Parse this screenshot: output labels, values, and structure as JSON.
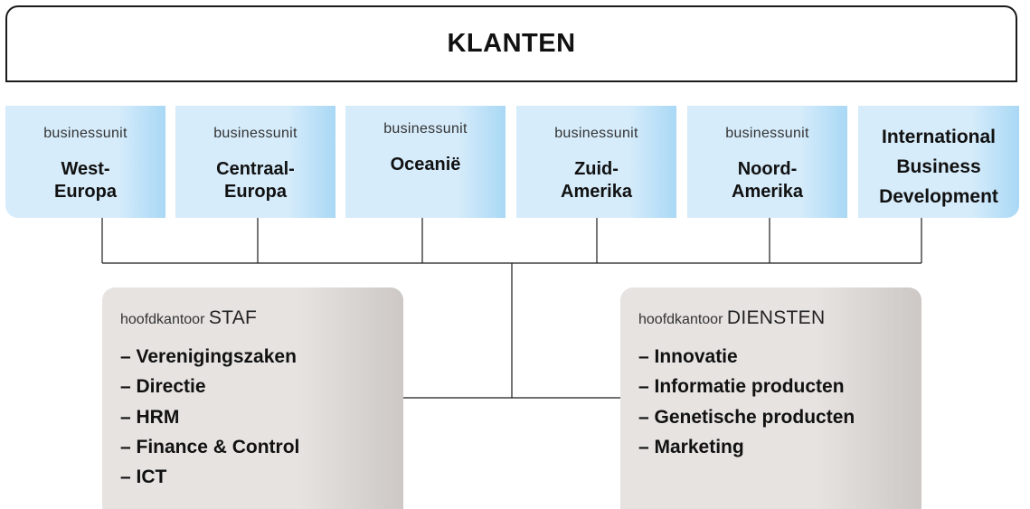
{
  "top": {
    "title": "KLANTEN"
  },
  "business_units": [
    {
      "sub": "businessunit",
      "name_lines": [
        "West-",
        "Europa"
      ]
    },
    {
      "sub": "businessunit",
      "name_lines": [
        "Centraal-",
        "Europa"
      ]
    },
    {
      "sub": "businessunit",
      "name_lines": [
        "Oceanië"
      ]
    },
    {
      "sub": "businessunit",
      "name_lines": [
        "Zuid-",
        "Amerika"
      ]
    },
    {
      "sub": "businessunit",
      "name_lines": [
        "Noord-",
        "Amerika"
      ]
    },
    {
      "sub": "",
      "name_lines": [
        "International",
        "Business",
        "Development"
      ]
    }
  ],
  "staf": {
    "prefix": "hoofdkantoor",
    "title": "STAF",
    "items": [
      "– Verenigingszaken",
      "– Directie",
      "– HRM",
      "– Finance & Control",
      "– ICT"
    ]
  },
  "diensten": {
    "prefix": "hoofdkantoor",
    "title": "DIENSTEN",
    "items": [
      "– Innovatie",
      "– Informatie producten",
      "– Genetische producten",
      "– Marketing"
    ]
  },
  "colors": {
    "unit_fill": "#d6ecfb",
    "unit_edge": "#a9d8f5",
    "hq_fill": "#e6e3e1",
    "hq_edge": "#cdc8c5",
    "line": "#1a1a1a"
  }
}
